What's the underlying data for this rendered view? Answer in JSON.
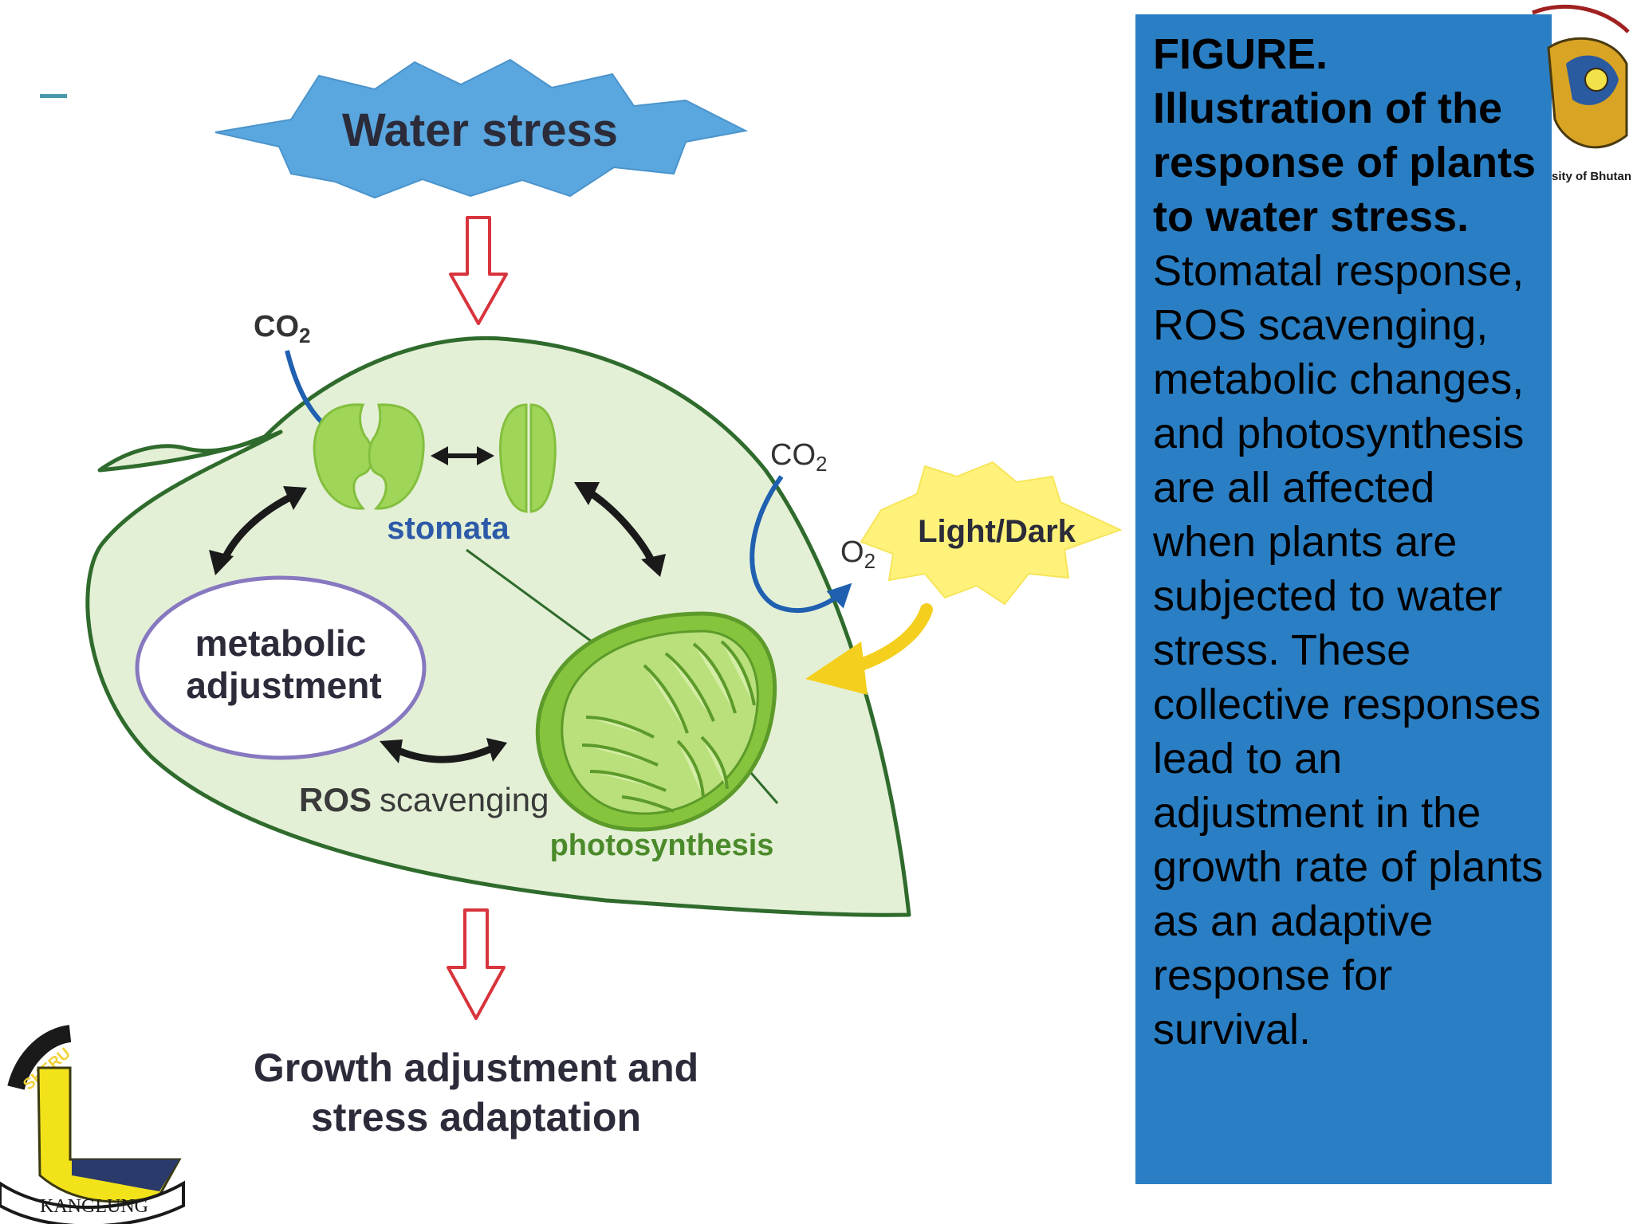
{
  "diagram": {
    "top_label": "Water stress",
    "co2_top": "CO",
    "co2_right": "CO",
    "o2": "O",
    "subscript_2": "2",
    "stomata_label": "stomata",
    "metabolic_line1": "metabolic",
    "metabolic_line2": "adjustment",
    "ros_bold": "ROS",
    "ros_rest": "scavenging",
    "photosynthesis_label": "photosynthesis",
    "light_label": "Light/Dark",
    "bottom_line1": "Growth adjustment and",
    "bottom_line2": "stress adaptation"
  },
  "caption": {
    "title_bold": "FIGURE. Illustration of the response of plants to water stress.",
    "body": " Stomatal response, ROS scavenging, metabolic changes, and photosynthesis are all affected when plants are subjected to water stress. These collective responses lead to an adjustment in the growth rate of plants as an adaptive response for survival."
  },
  "logos": {
    "top_right_text": "sity of Bhutan",
    "bottom_left_top_text": "SHERU",
    "bottom_left_banner": "KANGLUNG"
  },
  "colors": {
    "caption_panel": "#2a7fc4",
    "leaf_fill": "#e3f0d6",
    "burst_blue": "#5aa6de",
    "burst_yellow": "#fff27a",
    "stomata_green": "#9fd65a",
    "arrow_red": "#d8343d",
    "co2_arrow_blue": "#2060b0",
    "light_arrow_yellow": "#f4cf1e",
    "metabolic_border": "#8778c0"
  }
}
